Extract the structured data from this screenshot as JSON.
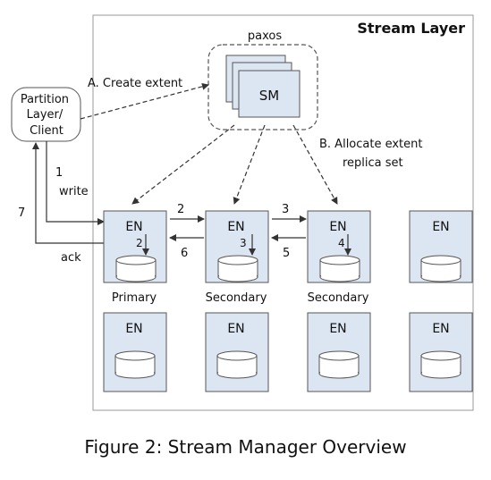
{
  "diagram": {
    "stream_layer_title": "Stream Layer",
    "paxos_label": "paxos",
    "sm_label": "SM",
    "partition_layer_lines": [
      "Partition",
      "Layer/",
      "Client"
    ],
    "create_extent_label": "A. Create extent",
    "allocate_extent_lines": [
      "B. Allocate extent",
      "replica set"
    ],
    "write_step": "1",
    "write_label": "write",
    "step_7": "7",
    "ack_label": "ack",
    "step_2": "2",
    "step_3": "3",
    "step_6": "6",
    "step_5": "5",
    "inner_step_primary": "2",
    "inner_step_secondary1": "3",
    "inner_step_secondary2": "4",
    "en_label": "EN",
    "primary_label": "Primary",
    "secondary_label": "Secondary"
  },
  "caption": "Figure 2: Stream Manager Overview",
  "colors": {
    "en_fill": "#dce6f2",
    "sm_fill": "#dce6f2",
    "stroke": "#555555",
    "text": "#111111"
  }
}
